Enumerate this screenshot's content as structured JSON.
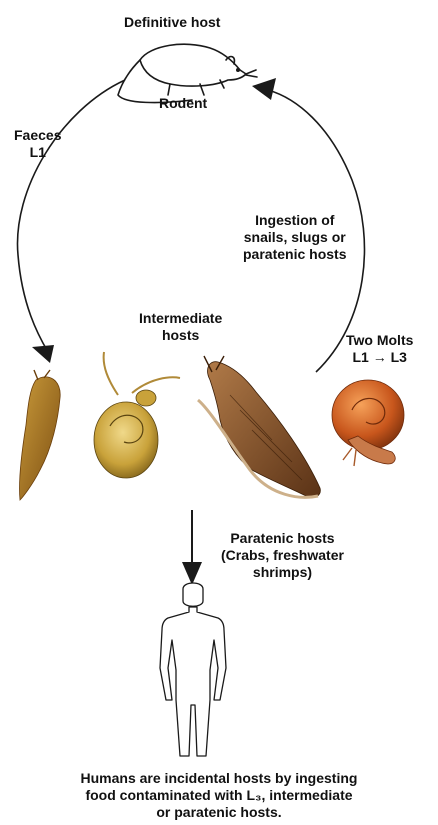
{
  "definitive_host": {
    "title": "Definitive host",
    "animal": "Rodent",
    "icon": "rodent-icon"
  },
  "edges": {
    "faeces": {
      "line1": "Faeces",
      "line2": "L1"
    },
    "ingestion": {
      "line1": "Ingestion of",
      "line2": "snails, slugs or",
      "line3": "paratenic hosts"
    },
    "two_molts": {
      "line1": "Two Molts",
      "line2": "L1 → L3"
    }
  },
  "intermediate_hosts": {
    "title_line1": "Intermediate",
    "title_line2": "hosts",
    "organisms": [
      "slug",
      "apple snail",
      "giant african land snail",
      "semi-slug snail"
    ]
  },
  "paratenic_hosts": {
    "line1": "Paratenic hosts",
    "line2": "(Crabs, freshwater",
    "line3": "shrimps)"
  },
  "human": {
    "icon": "human-figure-icon",
    "caption_line1": "Humans are incidental hosts by ingesting",
    "caption_line2": "food contaminated with L₃, intermediate",
    "caption_line3": "or paratenic hosts."
  },
  "colors": {
    "slug": "#a8741c",
    "snail_yellow": "#c9a23a",
    "snail_brown": "#7a4a22",
    "snail_orange": "#c8561c",
    "line": "#1a1a1a"
  }
}
